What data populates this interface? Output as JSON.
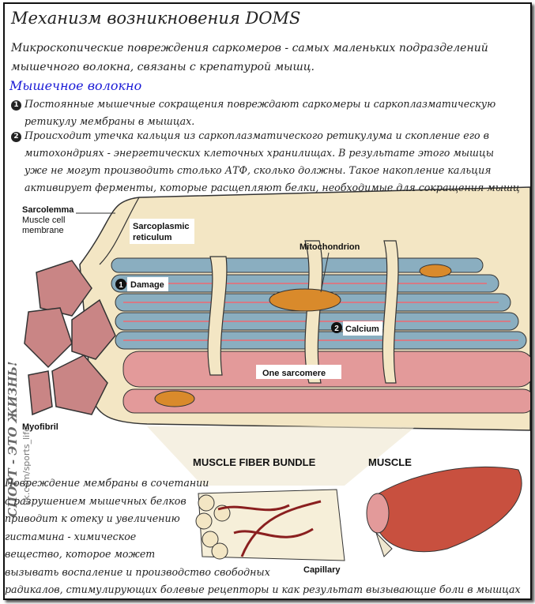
{
  "title": "Механизм возникновения DOMS",
  "intro": [
    "Микроскопические повреждения саркомеров - самых маленьких подразделений",
    "мышечного волокна, связаны с крепатурой мышц."
  ],
  "subtitle": "Мышечное волокно",
  "items": [
    {
      "num": "1",
      "lines": [
        "Постоянные мышечные сокращения повреждают саркомеры и саркоплазматическую",
        "ретикулу мембраны в мышцах."
      ]
    },
    {
      "num": "2",
      "lines": [
        "Происходит утечка кальция из саркоплазматического ретикулума и скопление его в",
        "митохондриях - энергетических клеточных хранилищах. В результате этого мышцы",
        "уже не могут производить столько АТФ, сколько должны. Такое накопление кальция",
        "активирует ферменты, которые расщепляют белки, необходимые для сокращения мышц"
      ]
    }
  ],
  "bottom_lines": [
    "Повреждение мембраны в сочетании",
    "с разрушением мышечных белков",
    "приводит к отеку и увеличению",
    "гистамина - химическое",
    "вещество, которое может",
    "вызывать воспаление и производство свободных",
    "радикалов, стимулирующих болевые рецепторы и как результат вызывающие боли в мышцах"
  ],
  "labels": {
    "sarcolemma": "Sarcolemma",
    "muscle_cell": "Muscle cell",
    "membrane": "membrane",
    "sarcoplasmic": "Sarcoplasmic",
    "reticulum": "reticulum",
    "mitochondrion": "Mitochondrion",
    "damage_num": "1",
    "damage": "Damage",
    "calcium_num": "2",
    "calcium": "Calcium",
    "one_sarcomere": "One sarcomere",
    "myofibril": "Myofibril",
    "bundle_title": "MUSCLE FIBER BUNDLE",
    "muscle_title": "MUSCLE",
    "capillary": "Capillary"
  },
  "watermark": {
    "line1": "СПОРТ - ЭТО ЖИЗНЬ!",
    "line2": "vk.com/sports_life"
  },
  "colors": {
    "blue_fiber": "#8aaec0",
    "pink_fiber": "#e39a9a",
    "membrane": "#f3e6c4",
    "mitochondria": "#d98a2b",
    "muscle_red": "#c8503f",
    "capillary": "#8a1f1f",
    "subtitle_blue": "#1a1ad6"
  }
}
